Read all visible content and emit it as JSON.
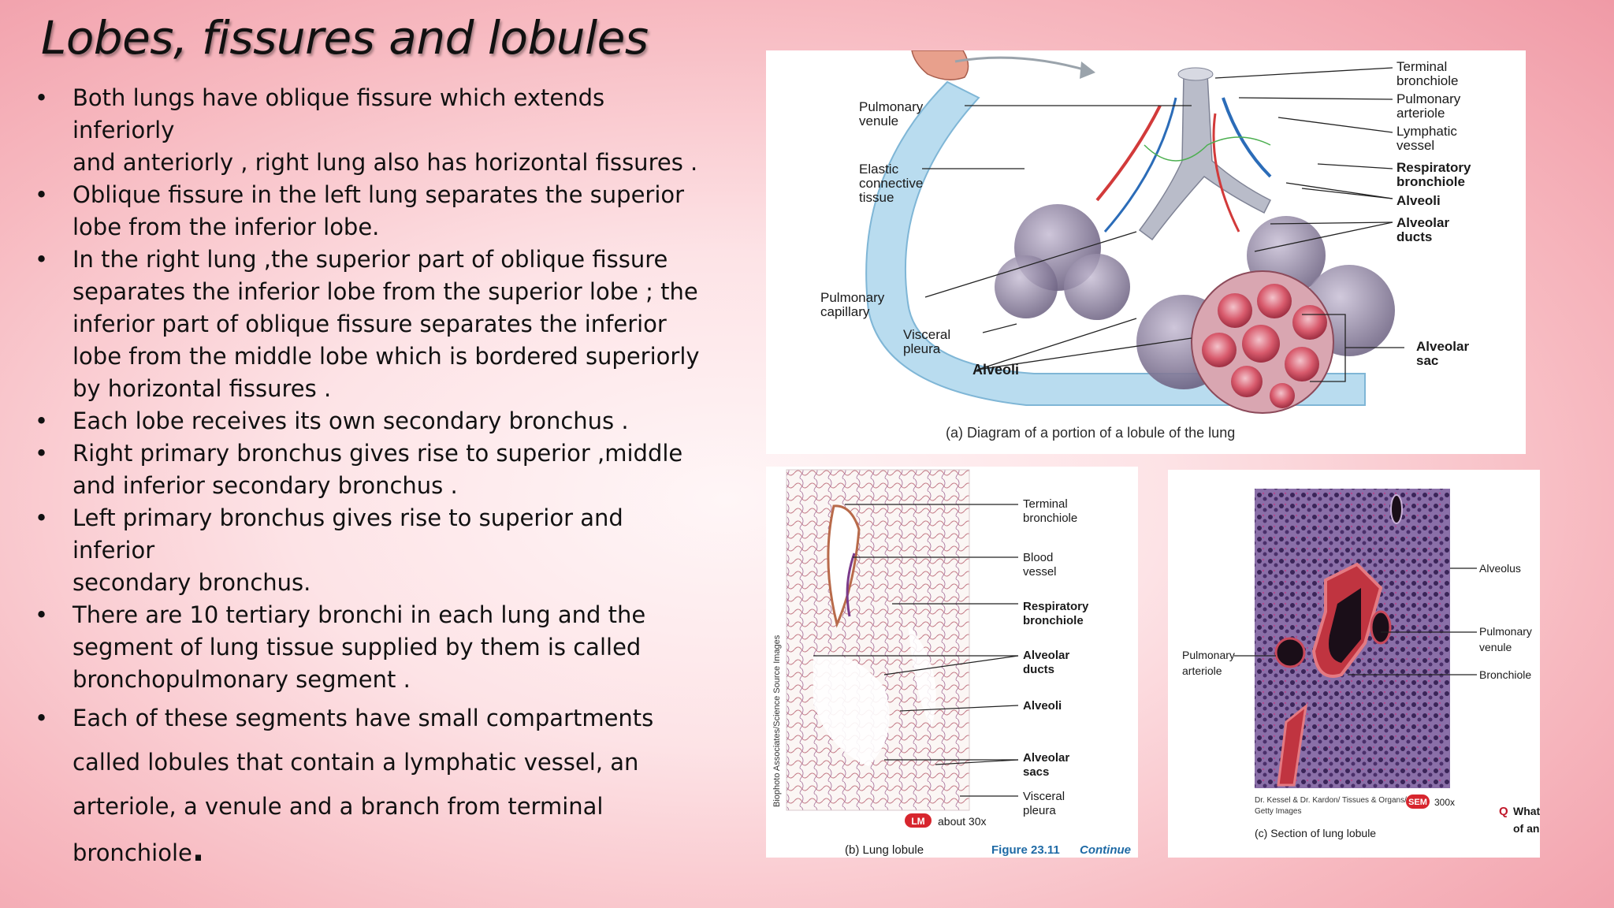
{
  "slide": {
    "title": "Lobes, fissures and lobules",
    "bullet_symbol": "•",
    "bullets": [
      [
        "Both lungs have oblique fissure which extends inferiorly",
        "and anteriorly , right lung also has horizontal fissures ."
      ],
      [
        "Oblique fissure in the left lung separates the superior",
        "lobe from the inferior lobe."
      ],
      [
        "In the right lung ,the superior part of oblique fissure",
        "separates the inferior lobe from the superior lobe ; the",
        "inferior part of oblique fissure separates the inferior",
        "lobe from the middle lobe which is bordered superiorly",
        "by horizontal fissures ."
      ],
      [
        "Each lobe receives its own secondary bronchus ."
      ],
      [
        "Right primary bronchus gives rise to superior ,middle",
        "and inferior secondary bronchus ."
      ],
      [
        "Left primary bronchus gives rise to superior and inferior",
        "secondary bronchus."
      ],
      [
        "There are 10 tertiary bronchi in each lung and the",
        "segment of lung tissue supplied by them is called",
        "bronchopulmonary segment ."
      ],
      [
        "Each of these segments have small compartments",
        "called lobules that contain a lymphatic vessel, an",
        "arteriole, a venule and a branch from terminal"
      ]
    ],
    "last_line": "bronchiole",
    "last_period": "."
  },
  "figure_a": {
    "labels_left": [
      [
        "Pulmonary",
        "venule"
      ],
      [
        "Elastic",
        "connective",
        "tissue"
      ],
      [
        "Pulmonary",
        "capillary"
      ],
      [
        "Visceral",
        "pleura"
      ],
      [
        "Alveoli"
      ]
    ],
    "labels_right": [
      [
        "Terminal",
        "bronchiole"
      ],
      [
        "Pulmonary",
        "arteriole"
      ],
      [
        "Lymphatic",
        "vessel"
      ],
      [
        "Respiratory",
        "bronchiole"
      ],
      [
        "Alveoli"
      ],
      [
        "Alveolar",
        "ducts"
      ],
      [
        "Alveolar",
        "sac"
      ]
    ],
    "caption": "(a) Diagram of a portion of a lobule of the lung"
  },
  "figure_b": {
    "labels": [
      [
        "Terminal",
        "bronchiole"
      ],
      [
        "Blood",
        "vessel"
      ],
      [
        "Respiratory",
        "bronchiole"
      ],
      [
        "Alveolar",
        "ducts"
      ],
      [
        "Alveoli"
      ],
      [
        "Alveolar",
        "sacs"
      ],
      [
        "Visceral",
        "pleura"
      ]
    ],
    "credit": "Biophoto Associates/Science Source Images",
    "badge": "LM",
    "magnification": "about 30x",
    "caption": "(b) Lung lobule",
    "figure_number": "Figure 23.11",
    "continued": "Continue"
  },
  "figure_c": {
    "labels": [
      [
        "Alveolus"
      ],
      [
        "Pulmonary",
        "venule"
      ],
      [
        "Bronchiole"
      ],
      [
        "Pulmonary",
        "arteriole"
      ]
    ],
    "credit": [
      "Dr. Kessel & Dr. Kardon/ Tissues & Organs/",
      "Getty Images"
    ],
    "badge": "SEM",
    "magnification": "300x",
    "caption": "(c) Section of lung lobule",
    "q_letter": "Q",
    "question": [
      "What",
      "of an"
    ]
  },
  "colors": {
    "label_text": "#1a1a1a",
    "badge_red": "#d7262e",
    "figure_blue": "#1f6aa5",
    "q_red": "#c0182a",
    "alveolus_red": "#c9485a",
    "tissue_purple": "#8a6fa8",
    "stain_pink": "#b0488f"
  }
}
